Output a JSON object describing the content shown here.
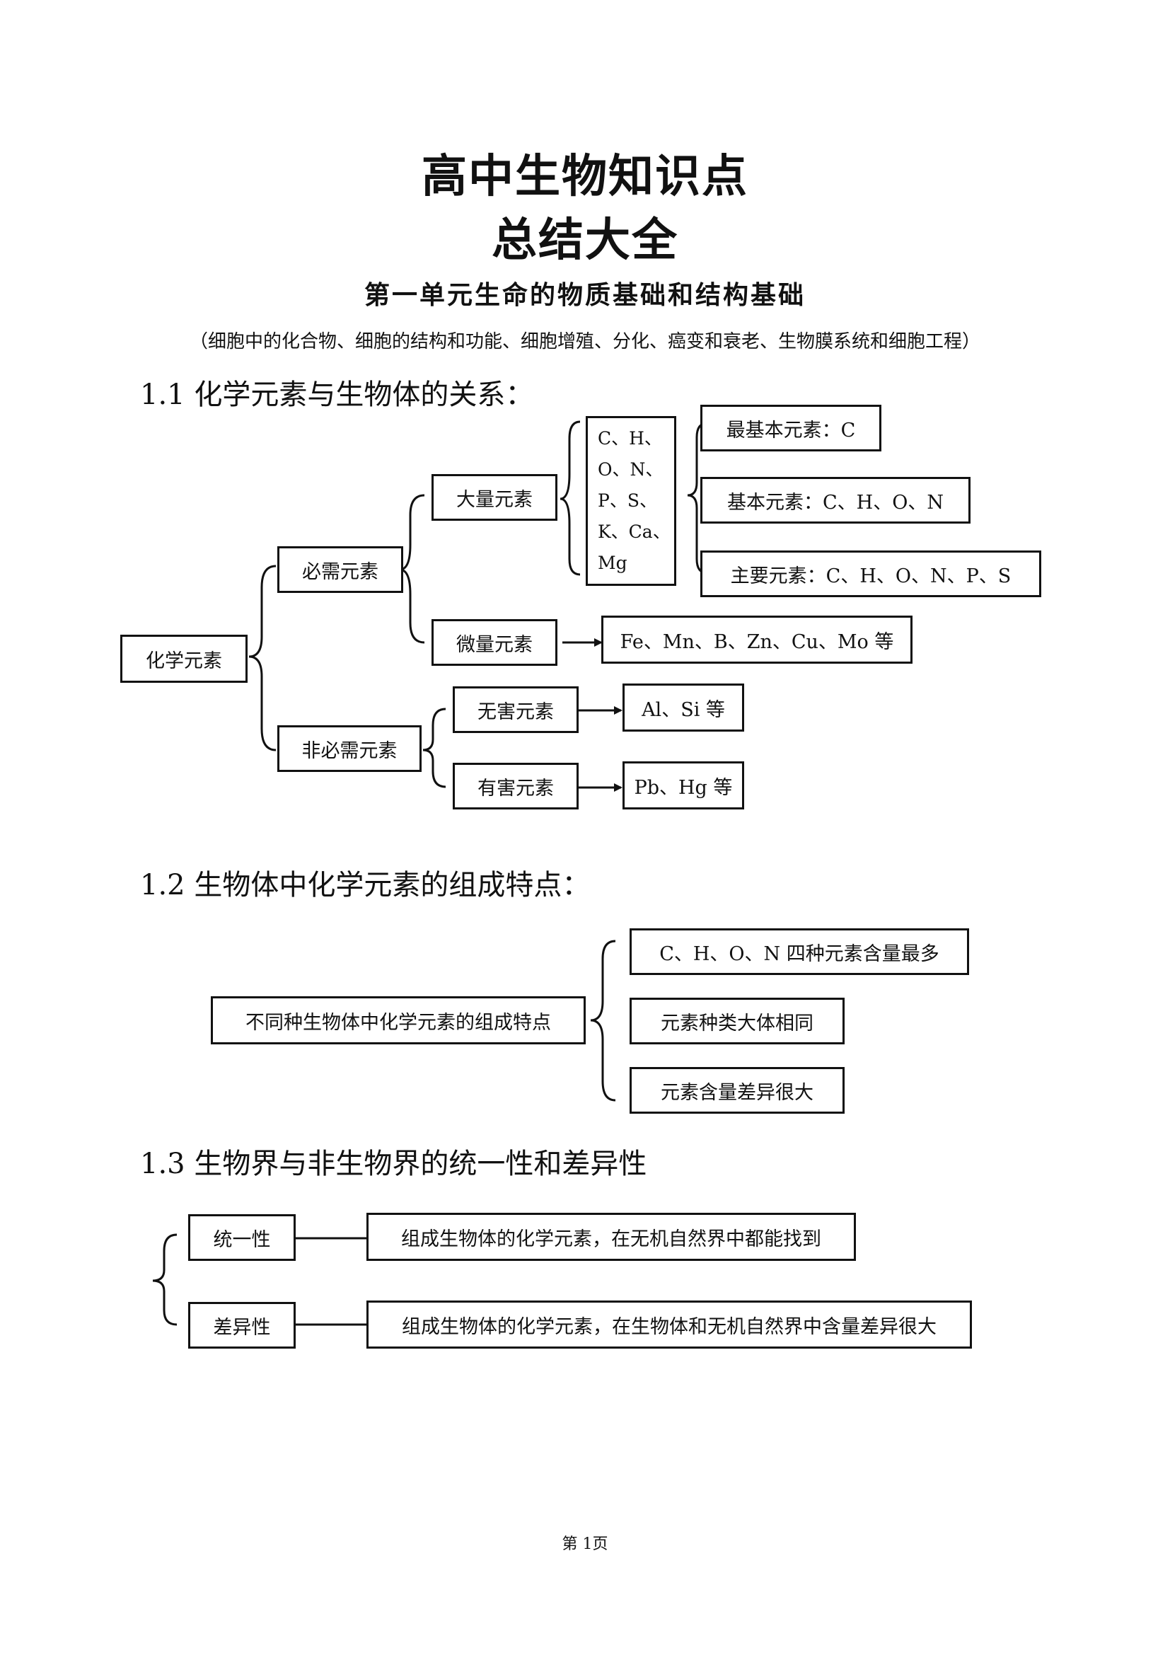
{
  "header": {
    "title_line1": "高中生物知识点",
    "title_line2": "总结大全",
    "unit_title": "第一单元生命的物质基础和结构基础",
    "unit_subtitle": "（细胞中的化合物、细胞的结构和功能、细胞增殖、分化、癌变和衰老、生物膜系统和细胞工程）"
  },
  "sections": {
    "s11": {
      "heading": "1.1 化学元素与生物体的关系：",
      "root": "化学元素",
      "essential": "必需元素",
      "nonessential": "非必需元素",
      "macro": "大量元素",
      "micro": "微量元素",
      "macro_list": [
        "C、H、",
        "O、N、",
        "P、S、",
        "K、Ca、",
        "Mg"
      ],
      "most_basic": "最基本元素：C",
      "basic": "基本元素：C、H、O、N",
      "main": "主要元素：C、H、O、N、P、S",
      "micro_list": "Fe、Mn、B、Zn、Cu、Mo 等",
      "harmless": "无害元素",
      "harmless_examples": "Al、Si 等",
      "harmful": "有害元素",
      "harmful_examples": "Pb、Hg 等"
    },
    "s12": {
      "heading": "1.2 生物体中化学元素的组成特点：",
      "root": "不同种生物体中化学元素的组成特点",
      "item1": "C、H、O、N 四种元素含量最多",
      "item2": "元素种类大体相同",
      "item3": "元素含量差异很大"
    },
    "s13": {
      "heading": "1.3 生物界与非生物界的统一性和差异性",
      "unity_label": "统一性",
      "unity_text": "组成生物体的化学元素，在无机自然界中都能找到",
      "diff_label": "差异性",
      "diff_text": "组成生物体的化学元素，在生物体和无机自然界中含量差异很大"
    }
  },
  "footer": {
    "page_number": "第 1页"
  }
}
